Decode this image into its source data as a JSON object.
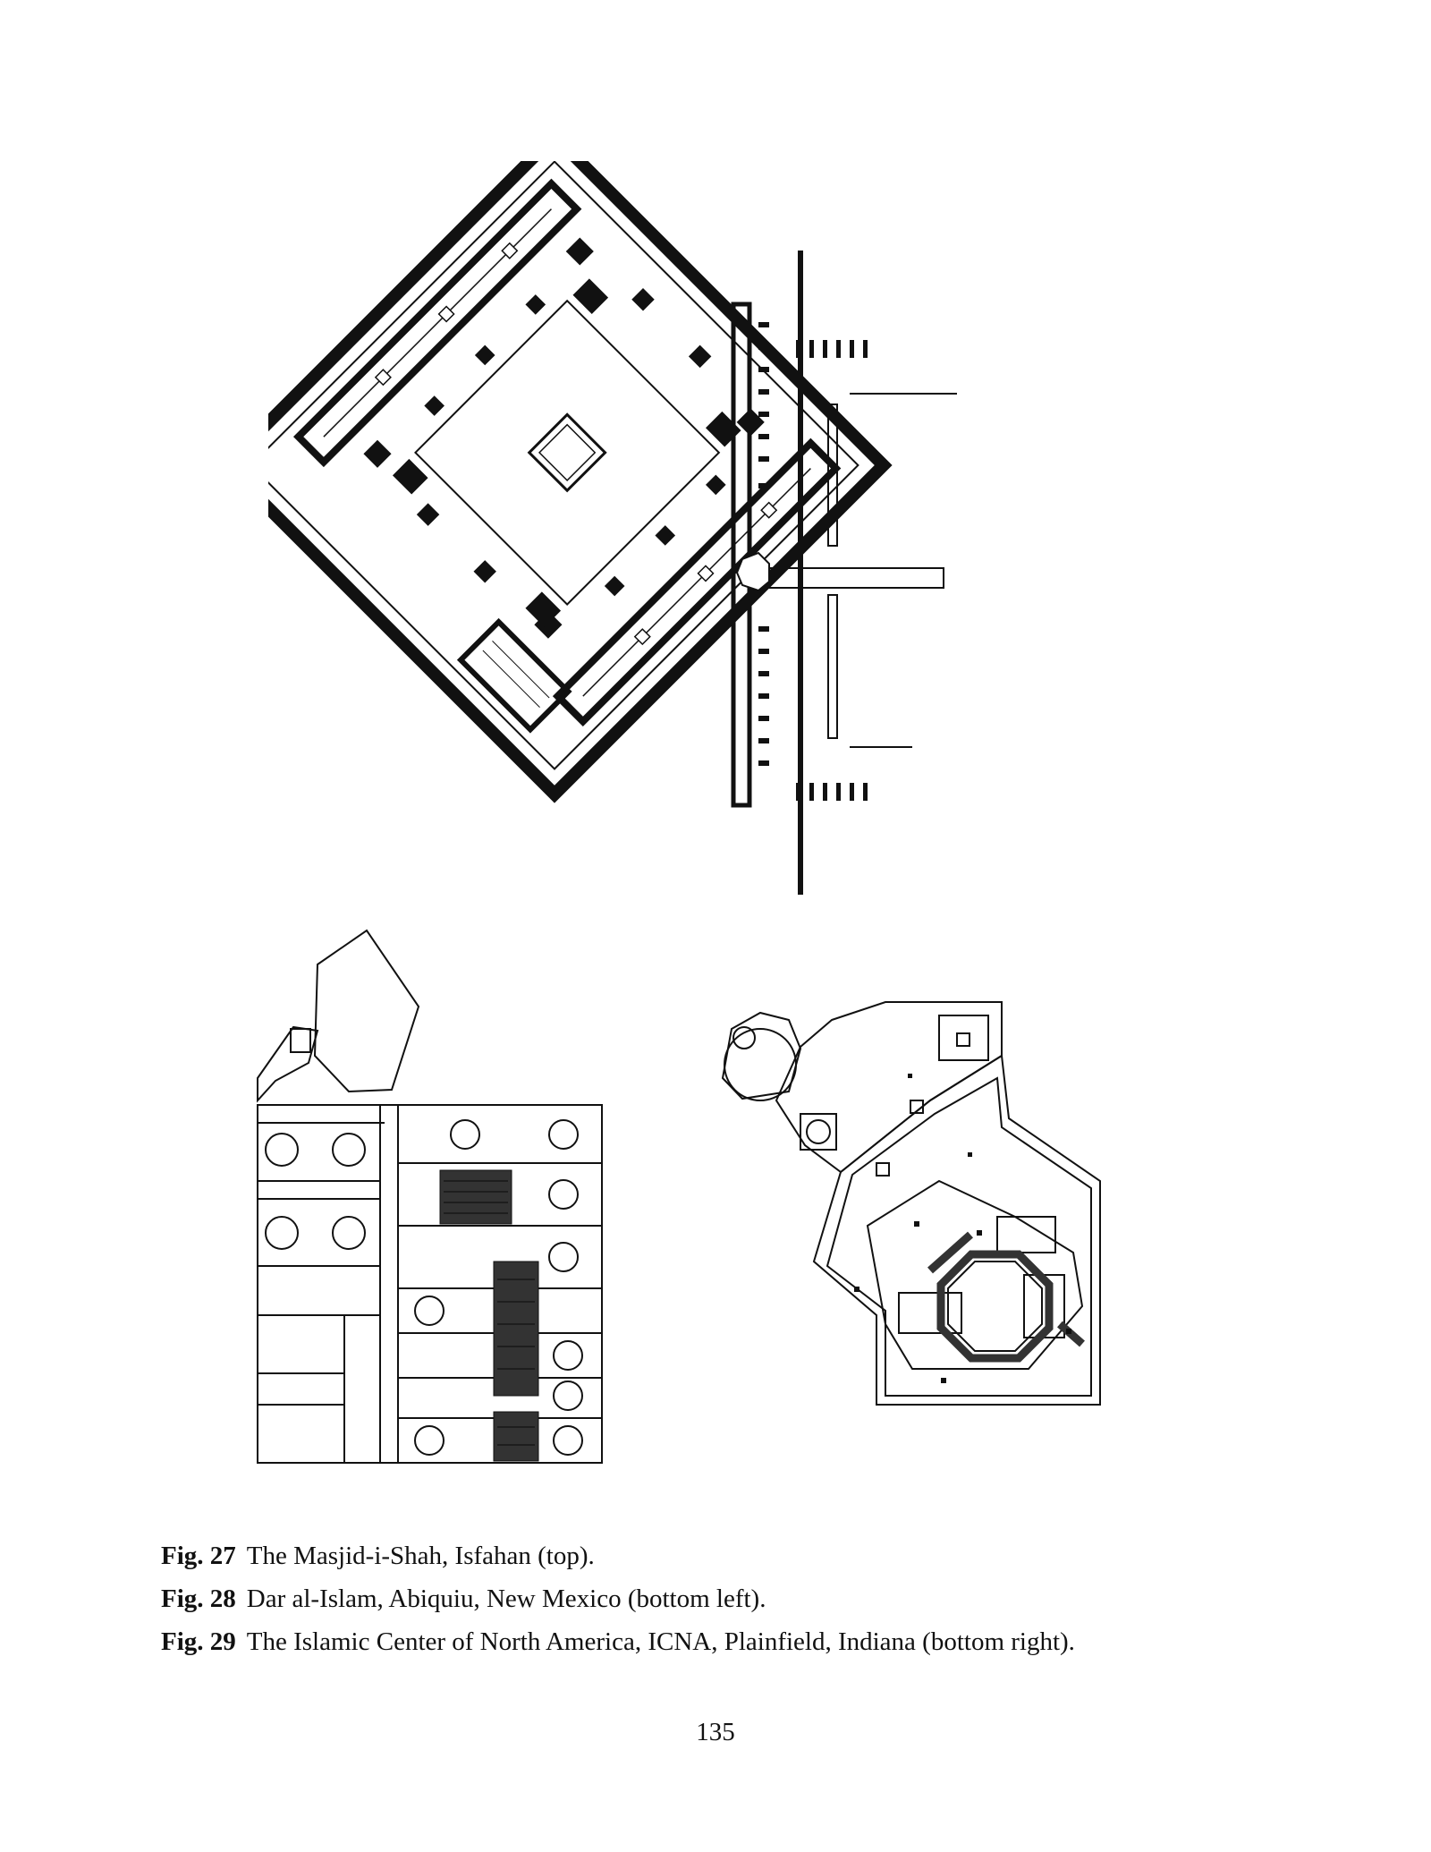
{
  "figures": [
    {
      "number": "Fig. 27",
      "caption": "The Masjid-i-Shah, Isfahan (top)."
    },
    {
      "number": "Fig. 28",
      "caption": "Dar al-Islam, Abiquiu, New Mexico (bottom left)."
    },
    {
      "number": "Fig. 29",
      "caption": "The Islamic Center of North America, ICNA, Plainfield, Indiana (bottom right)."
    }
  ],
  "page_number": "135"
}
